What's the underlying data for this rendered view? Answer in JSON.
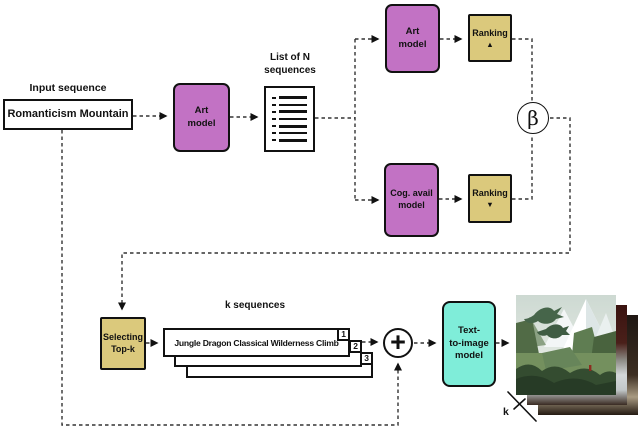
{
  "colors": {
    "model_fill": "#c272c4",
    "ranking_fill": "#dbc97c",
    "t2i_fill": "#7fedd9",
    "line": "#111111"
  },
  "labels": {
    "input_caption": "Input sequence",
    "input_value": "Romanticism Mountain",
    "list_caption_l1": "List of N",
    "list_caption_l2": "sequences",
    "k_sequences_caption": "k sequences",
    "beta": "β",
    "plus": "+",
    "k_count": "k"
  },
  "nodes": {
    "art_model_1": {
      "l1": "Art",
      "l2": "model"
    },
    "art_model_2": {
      "l1": "Art",
      "l2": "model"
    },
    "cog_avail_model": {
      "l1": "Cog. avail",
      "l2": "model"
    },
    "ranking_top": {
      "label": "Ranking",
      "dir": "▲"
    },
    "ranking_bottom": {
      "label": "Ranking",
      "dir": "▼"
    },
    "selecting_topk": {
      "l1": "Selecting",
      "l2": "Top-k"
    },
    "t2i": {
      "l1": "Text-",
      "l2": "to-image",
      "l3": "model"
    },
    "sequence_text": "Jungle Dragon Classical Wilderness Climb",
    "badges": [
      "1",
      "2",
      "3"
    ]
  }
}
